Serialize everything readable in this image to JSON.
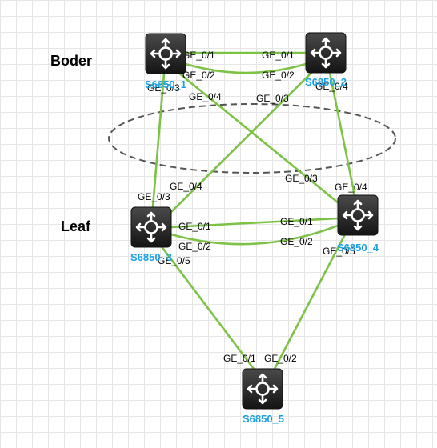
{
  "tiers": {
    "border": "Boder",
    "leaf": "Leaf"
  },
  "colors": {
    "link": "#7cc245",
    "device_label": "#1ba1e2",
    "router_body": "#2b2b2b",
    "group_ellipse": "#555555"
  },
  "device_icon": "router-switch-icon",
  "devices": [
    {
      "id": "s1",
      "name": "S6850_1"
    },
    {
      "id": "s2",
      "name": "S6850_2"
    },
    {
      "id": "s3",
      "name": "S6850_3"
    },
    {
      "id": "s4",
      "name": "S6850_4"
    },
    {
      "id": "s5",
      "name": "S6850_5"
    }
  ],
  "links": [
    {
      "from": "s1",
      "to": "s2",
      "from_port": "GE_0/1",
      "to_port": "GE_0/1"
    },
    {
      "from": "s1",
      "to": "s2",
      "from_port": "GE_0/2",
      "to_port": "GE_0/2"
    },
    {
      "from": "s1",
      "to": "s3",
      "from_port": "GE_0/3",
      "to_port": "GE_0/3"
    },
    {
      "from": "s1",
      "to": "s4",
      "from_port": "GE_0/4",
      "to_port": "GE_0/3"
    },
    {
      "from": "s2",
      "to": "s3",
      "from_port": "GE_0/3",
      "to_port": "GE_0/4"
    },
    {
      "from": "s2",
      "to": "s4",
      "from_port": "GE_0/4",
      "to_port": "GE_0/4"
    },
    {
      "from": "s3",
      "to": "s4",
      "from_port": "GE_0/1",
      "to_port": "GE_0/1"
    },
    {
      "from": "s3",
      "to": "s4",
      "from_port": "GE_0/2",
      "to_port": "GE_0/2"
    },
    {
      "from": "s3",
      "to": "s5",
      "from_port": "GE_0/5",
      "to_port": "GE_0/1"
    },
    {
      "from": "s4",
      "to": "s5",
      "from_port": "GE_0/5",
      "to_port": "GE_0/2"
    }
  ]
}
